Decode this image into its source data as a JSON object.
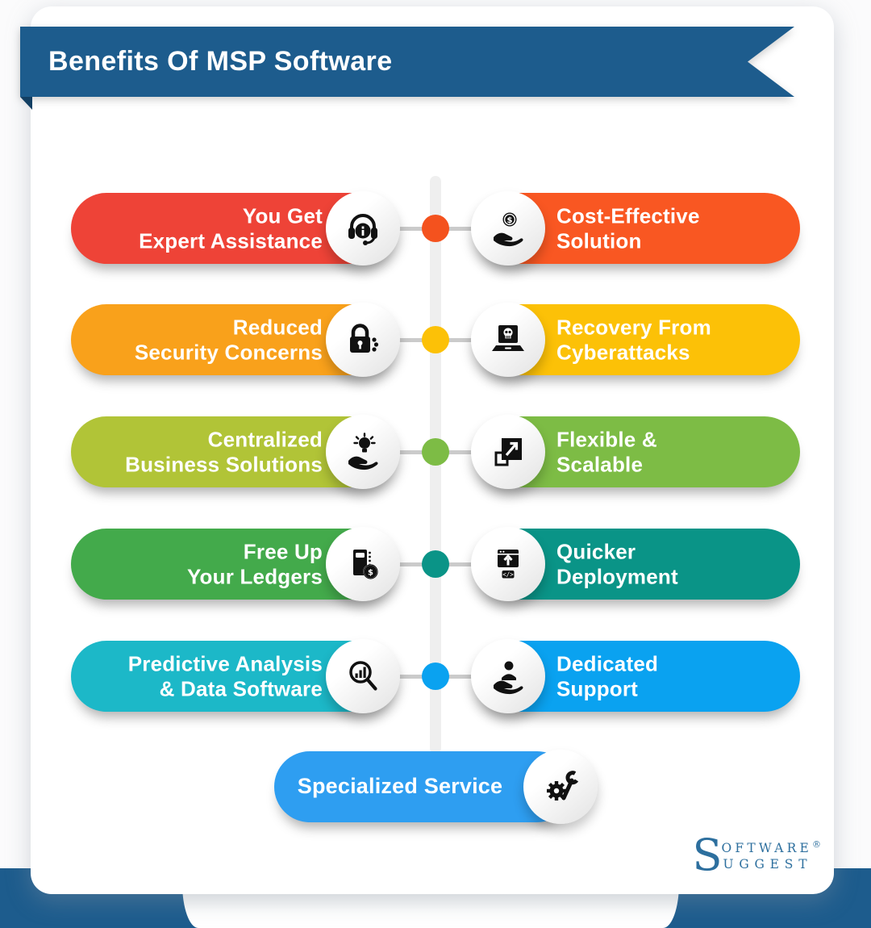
{
  "header": {
    "title": "Benefits Of MSP Software"
  },
  "colors": {
    "ribbon": "#1d5c8d",
    "ribbon_fold": "#123f63",
    "deco": "#1d5c8d",
    "timeline_line": "#efefef",
    "connector": "#cbcbcb",
    "logo": "#2d6f9e"
  },
  "rows": [
    {
      "dot_color": "#f4521e",
      "left": {
        "line1": "You Get",
        "line2": "Expert Assistance",
        "color": "#ee4337",
        "icon": "headset-support-icon"
      },
      "right": {
        "line1": "Cost-Effective",
        "line2": "Solution",
        "color": "#f95722",
        "icon": "cost-saving-icon"
      }
    },
    {
      "dot_color": "#fcc107",
      "left": {
        "line1": "Reduced",
        "line2": "Security Concerns",
        "color": "#f9a11b",
        "icon": "security-lock-icon"
      },
      "right": {
        "line1": "Recovery From",
        "line2": "Cyberattacks",
        "color": "#fcc107",
        "icon": "cyberattack-icon"
      }
    },
    {
      "dot_color": "#7dbc45",
      "left": {
        "line1": "Centralized",
        "line2": "Business Solutions",
        "color": "#b1c437",
        "icon": "idea-hand-icon"
      },
      "right": {
        "line1": "Flexible &",
        "line2": "Scalable",
        "color": "#7dbc45",
        "icon": "scale-expand-icon"
      }
    },
    {
      "dot_color": "#0a9487",
      "left": {
        "line1": "Free Up",
        "line2": "Your Ledgers",
        "color": "#43aa4b",
        "icon": "ledger-money-icon"
      },
      "right": {
        "line1": "Quicker",
        "line2": "Deployment",
        "color": "#0a9487",
        "icon": "deployment-icon"
      }
    },
    {
      "dot_color": "#0aa2f0",
      "left": {
        "line1": "Predictive Analysis",
        "line2": "& Data Software",
        "color": "#1cb8c8",
        "icon": "analytics-search-icon"
      },
      "right": {
        "line1": "Dedicated",
        "line2": "Support",
        "color": "#0aa2f0",
        "icon": "dedicated-support-icon"
      }
    }
  ],
  "bottom_pill": {
    "label": "Specialized Service",
    "color": "#2e9ef1",
    "icon": "gear-wrench-icon"
  },
  "logo": {
    "initial": "S",
    "line1": "OFTWARE",
    "registered": "®",
    "line2": "UGGEST"
  }
}
